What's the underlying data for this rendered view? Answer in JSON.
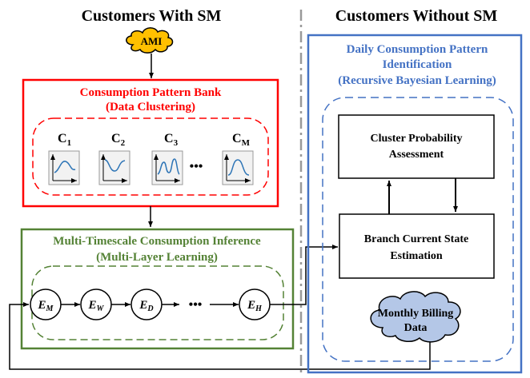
{
  "left_header": "Customers With SM",
  "right_header": "Customers Without SM",
  "ami_label": "AMI",
  "bank": {
    "title": "Consumption Pattern Bank",
    "subtitle": "(Data Clustering)",
    "clusters": [
      {
        "letter": "C",
        "sub": "1"
      },
      {
        "letter": "C",
        "sub": "2"
      },
      {
        "letter": "C",
        "sub": "3"
      },
      {
        "letter": "C",
        "sub": "M"
      }
    ],
    "ellipsis": "•••"
  },
  "inference": {
    "title": "Multi-Timescale Consumption Inference",
    "subtitle": "(Multi-Layer Learning)",
    "nodes": [
      {
        "letter": "E",
        "sub": "M"
      },
      {
        "letter": "E",
        "sub": "W"
      },
      {
        "letter": "E",
        "sub": "D"
      },
      {
        "letter": "E",
        "sub": "H"
      }
    ],
    "ellipsis": "•••"
  },
  "identification": {
    "title_line1": "Daily Consumption Pattern",
    "title_line2": "Identification",
    "title_line3": "(Recursive Bayesian Learning)",
    "prob_line1": "Cluster Probability",
    "prob_line2": "Assessment",
    "branch_line1": "Branch Current State",
    "branch_line2": "Estimation",
    "billing_line1": "Monthly Billing",
    "billing_line2": "Data"
  },
  "colors": {
    "bank_red": "#ff0000",
    "inference_green": "#548235",
    "identification_blue": "#4472c4",
    "ami_fill": "#ffc000",
    "cloud_fill": "#b4c7e7"
  }
}
